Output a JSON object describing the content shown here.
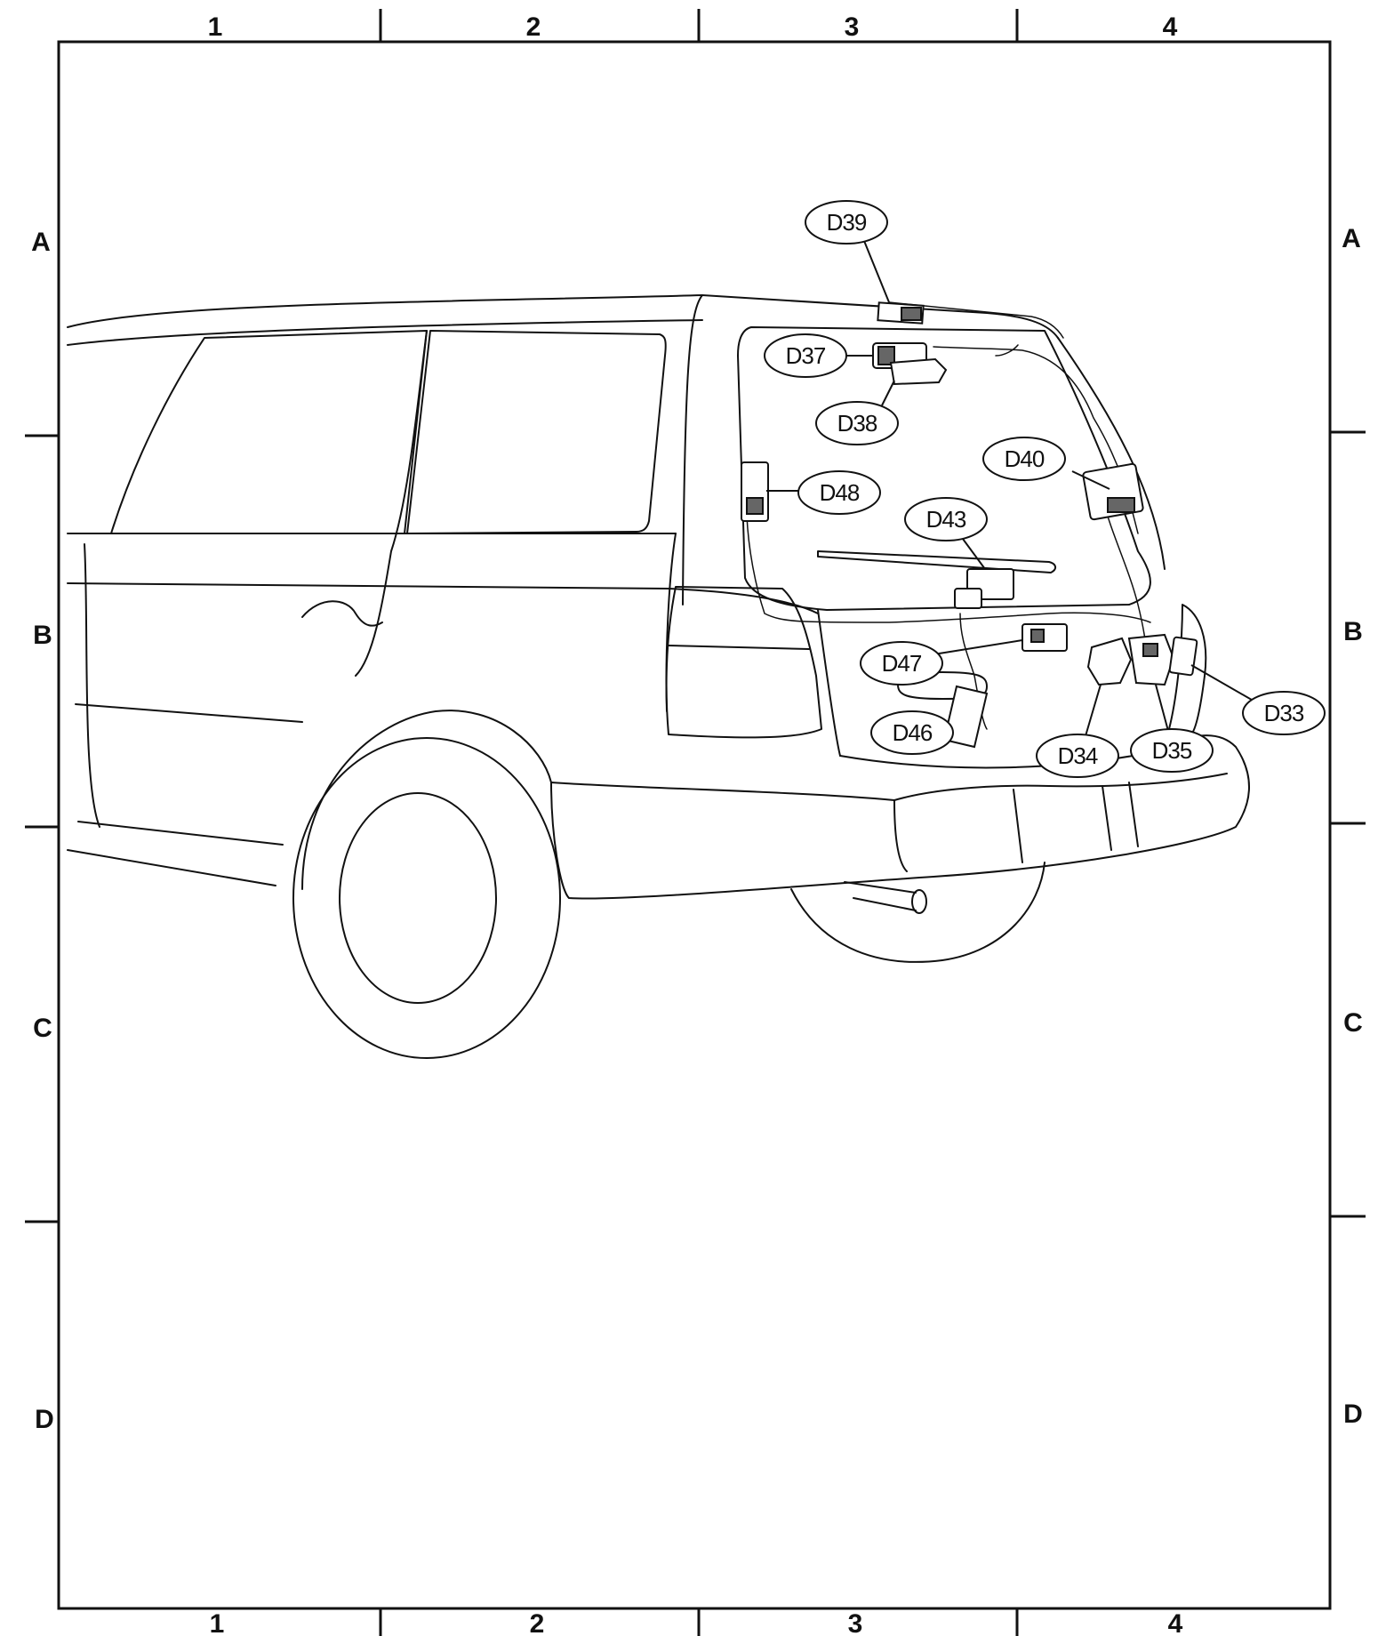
{
  "grid": {
    "columns": [
      "1",
      "2",
      "3",
      "4"
    ],
    "rows": [
      "A",
      "B",
      "C",
      "D"
    ]
  },
  "connectors": {
    "d39": "D39",
    "d37": "D37",
    "d38": "D38",
    "d40": "D40",
    "d48": "D48",
    "d43": "D43",
    "d47": "D47",
    "d46": "D46",
    "d34": "D34",
    "d35": "D35",
    "d33": "D33"
  }
}
